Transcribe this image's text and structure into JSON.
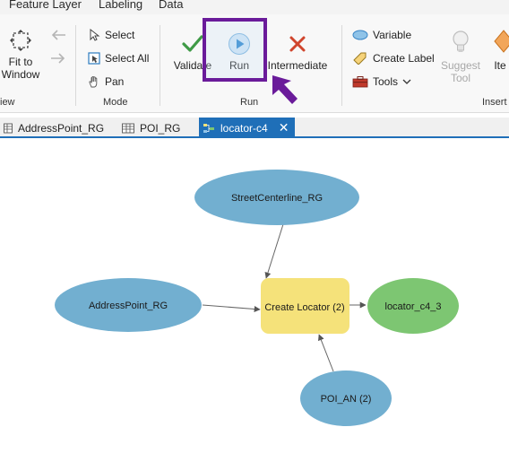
{
  "ribbon_tabs": [
    "Feature Layer",
    "Labeling",
    "Data"
  ],
  "groups": {
    "view": {
      "label": "iew",
      "fit_to_window": [
        "Fit to",
        "Window"
      ]
    },
    "mode": {
      "label": "Mode",
      "select": "Select",
      "select_all": "Select All",
      "pan": "Pan"
    },
    "run": {
      "label": "Run",
      "validate": "Validate",
      "run": "Run",
      "intermediate": "Intermediate"
    },
    "insert": {
      "label": "Insert",
      "variable": "Variable",
      "create_label": "Create Label",
      "tools": "Tools",
      "suggest_tool": [
        "Suggest",
        "Tool"
      ],
      "items_partial": "Ite"
    }
  },
  "doc_tabs": [
    {
      "label": "AddressPoint_RG",
      "active": false
    },
    {
      "label": "POI_RG",
      "active": false
    },
    {
      "label": "locator-c4",
      "active": true
    }
  ],
  "model": {
    "nodes": {
      "street": "StreetCenterline_RG",
      "address": "AddressPoint_RG",
      "tool": "Create Locator (2)",
      "output": "locator_c4_3",
      "poi": "POI_AN (2)"
    }
  },
  "colors": {
    "input_ellipse": "#72afd0",
    "tool_box": "#f5e27a",
    "output_ellipse": "#7dc672",
    "highlight": "#6a1b9a",
    "tab_active": "#1f6fb8"
  }
}
